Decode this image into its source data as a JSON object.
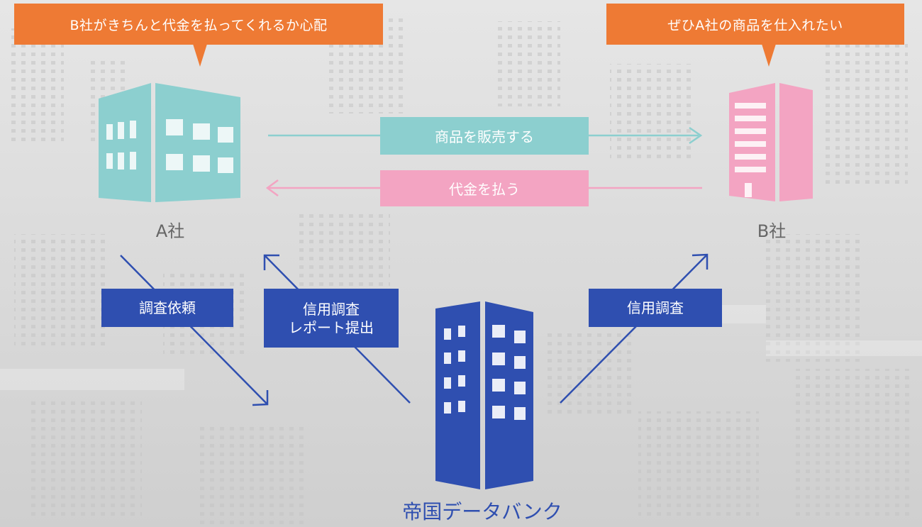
{
  "bubbles": {
    "left": "B社がきちんと代金を払ってくれるか心配",
    "right": "ぜひA社の商品を仕入れたい"
  },
  "flows": {
    "sell": "商品を販売する",
    "pay": "代金を払う"
  },
  "companies": {
    "a": "A社",
    "b": "B社",
    "bank": "帝国データバンク"
  },
  "actions": {
    "request": "調査依頼",
    "report_line1": "信用調査",
    "report_line2": "レポート提出",
    "investigate": "信用調査"
  },
  "colors": {
    "orange": "#ee7a34",
    "teal": "#8ccfcf",
    "pink": "#f3a4c2",
    "blue": "#2f4fb0",
    "caption_gray": "#666666"
  },
  "icons": {
    "a_company": "building-icon",
    "b_company": "building-icon",
    "bank": "building-icon"
  }
}
